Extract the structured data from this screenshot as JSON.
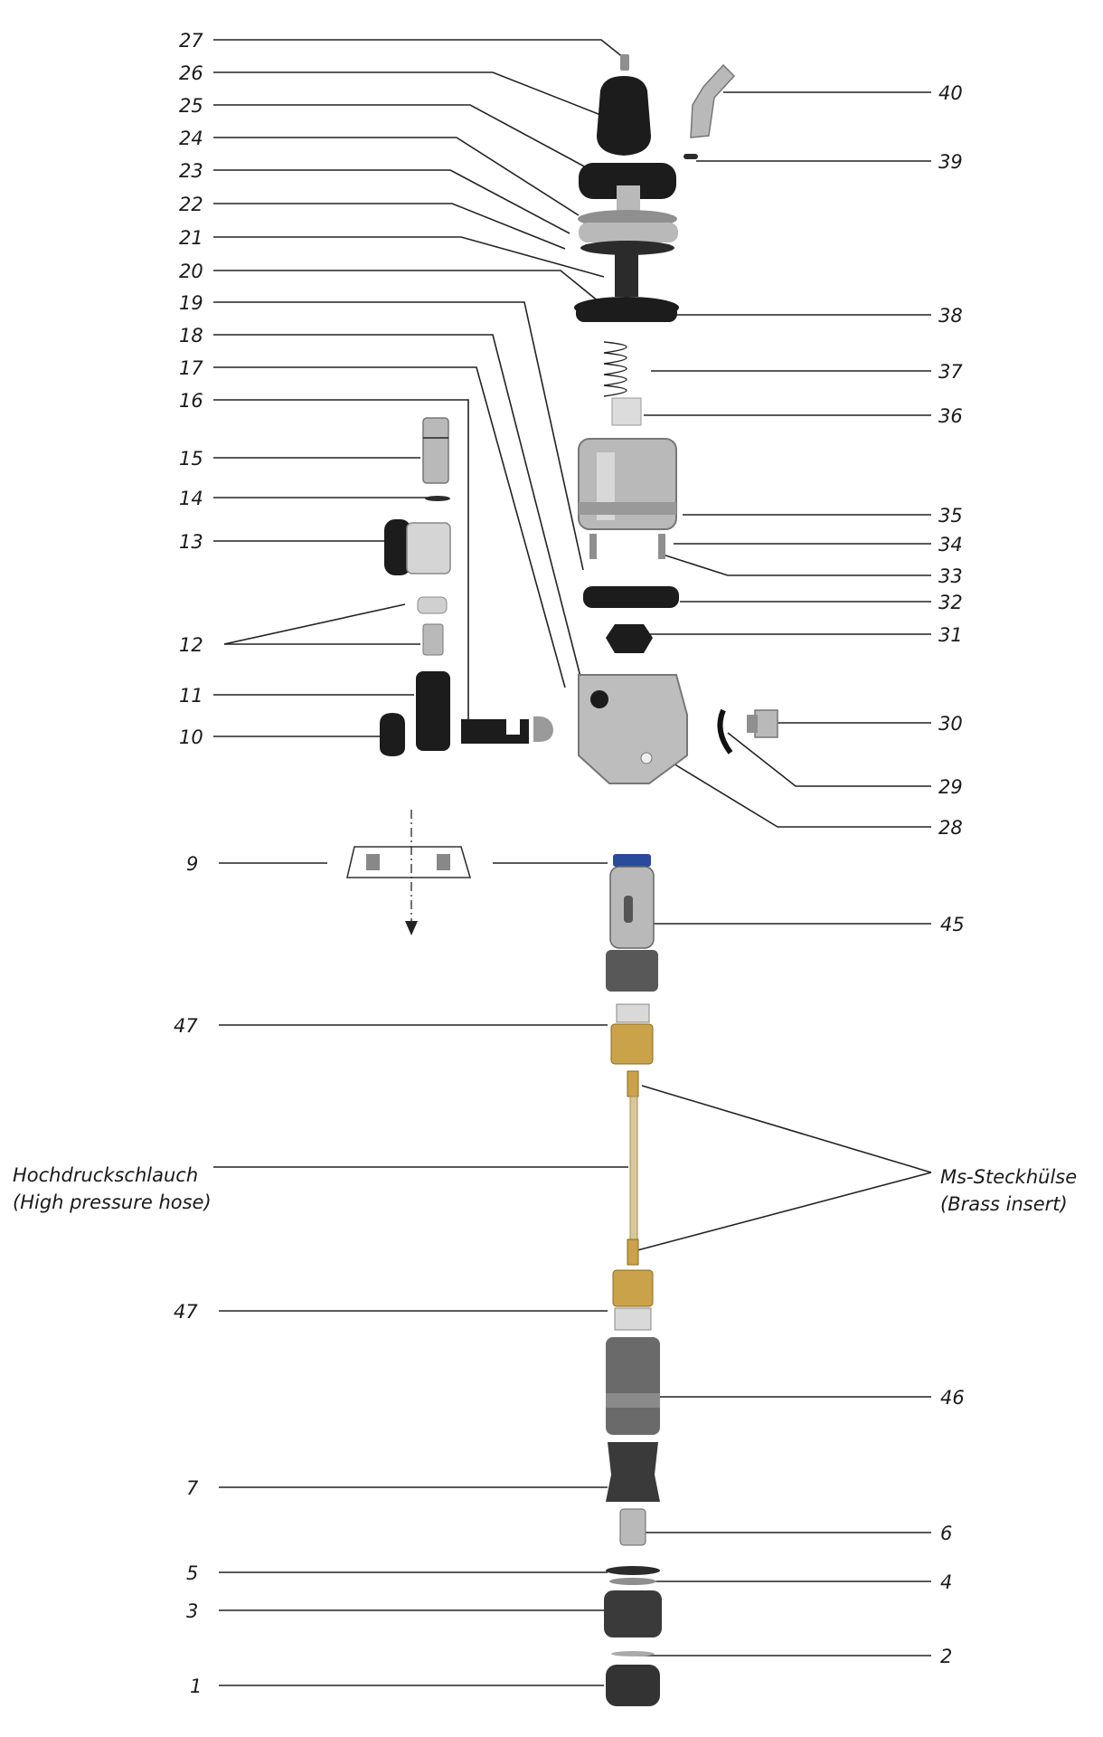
{
  "callouts": {
    "n1": "1",
    "n2": "2",
    "n3": "3",
    "n4": "4",
    "n5": "5",
    "n6": "6",
    "n7": "7",
    "n9": "9",
    "n10": "10",
    "n11": "11",
    "n12": "12",
    "n13": "13",
    "n14": "14",
    "n15": "15",
    "n16": "16",
    "n17": "17",
    "n18": "18",
    "n19": "19",
    "n20": "20",
    "n21": "21",
    "n22": "22",
    "n23": "23",
    "n24": "24",
    "n25": "25",
    "n26": "26",
    "n27": "27",
    "n28": "28",
    "n29": "29",
    "n30": "30",
    "n31": "31",
    "n32": "32",
    "n33": "33",
    "n34": "34",
    "n35": "35",
    "n36": "36",
    "n37": "37",
    "n38": "38",
    "n39": "39",
    "n40": "40",
    "n45": "45",
    "n46": "46",
    "n47a": "47",
    "n47b": "47"
  },
  "hose": {
    "label_de": "Hochdruckschlauch",
    "label_en": "(High pressure hose)"
  },
  "insert": {
    "label_de": "Ms-Steckhülse",
    "label_en": "(Brass insert)"
  },
  "colors": {
    "leader": "#222222",
    "rubber": "#1c1c1c",
    "metal": "#b9b9b9",
    "brass": "#c9a24a",
    "blue_ring": "#2a4a9a"
  }
}
